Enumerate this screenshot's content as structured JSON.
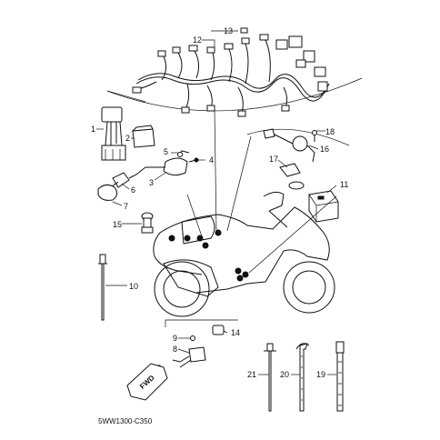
{
  "diagram": {
    "code": "5WW1300-C350",
    "fwd_text": "FWD",
    "callouts": [
      {
        "id": "c1",
        "num": "1"
      },
      {
        "id": "c2",
        "num": "2"
      },
      {
        "id": "c3",
        "num": "3"
      },
      {
        "id": "c4",
        "num": "4"
      },
      {
        "id": "c5",
        "num": "5"
      },
      {
        "id": "c6",
        "num": "6"
      },
      {
        "id": "c7",
        "num": "7"
      },
      {
        "id": "c8",
        "num": "8"
      },
      {
        "id": "c9",
        "num": "9"
      },
      {
        "id": "c10",
        "num": "10"
      },
      {
        "id": "c11",
        "num": "11"
      },
      {
        "id": "c12",
        "num": "12"
      },
      {
        "id": "c13",
        "num": "13"
      },
      {
        "id": "c14",
        "num": "14"
      },
      {
        "id": "c15",
        "num": "15"
      },
      {
        "id": "c16",
        "num": "16"
      },
      {
        "id": "c17",
        "num": "17"
      },
      {
        "id": "c18",
        "num": "18"
      },
      {
        "id": "c19",
        "num": "19"
      },
      {
        "id": "c20",
        "num": "20"
      },
      {
        "id": "c21",
        "num": "21"
      }
    ]
  }
}
